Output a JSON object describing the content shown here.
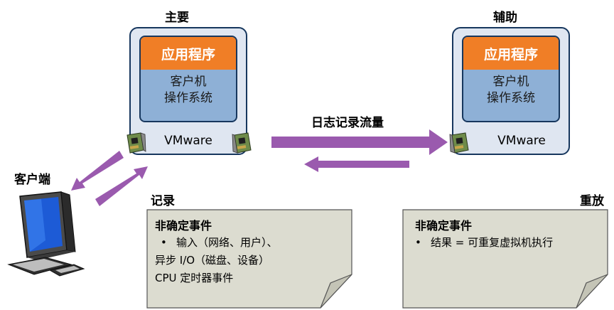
{
  "primary": {
    "title": "主要",
    "app_label": "应用程序",
    "guest_line1": "客户机",
    "guest_line2": "操作系统",
    "hypervisor": "VMware"
  },
  "secondary": {
    "title": "辅助",
    "app_label": "应用程序",
    "guest_line1": "客户机",
    "guest_line2": "操作系统",
    "hypervisor": "VMware"
  },
  "logging_traffic_label": "日志记录流量",
  "client_label": "客户端",
  "record": {
    "label": "记录",
    "note_title": "非确定事件",
    "bullet": "•",
    "lines": [
      "输入（网络、用户）、",
      "异步 I/O（磁盘、设备）",
      "CPU 定时器事件"
    ]
  },
  "replay": {
    "label": "重放",
    "note_title": "非确定事件",
    "bullet": "•",
    "lines": [
      "结果 = 可重复虚拟机执行"
    ]
  },
  "colors": {
    "arrow": "#9a5aae",
    "app": "#f07e26",
    "guest": "#8eb0d6",
    "host": "#dfe6f1",
    "border": "#17375e",
    "note": "#dcdcd0"
  }
}
